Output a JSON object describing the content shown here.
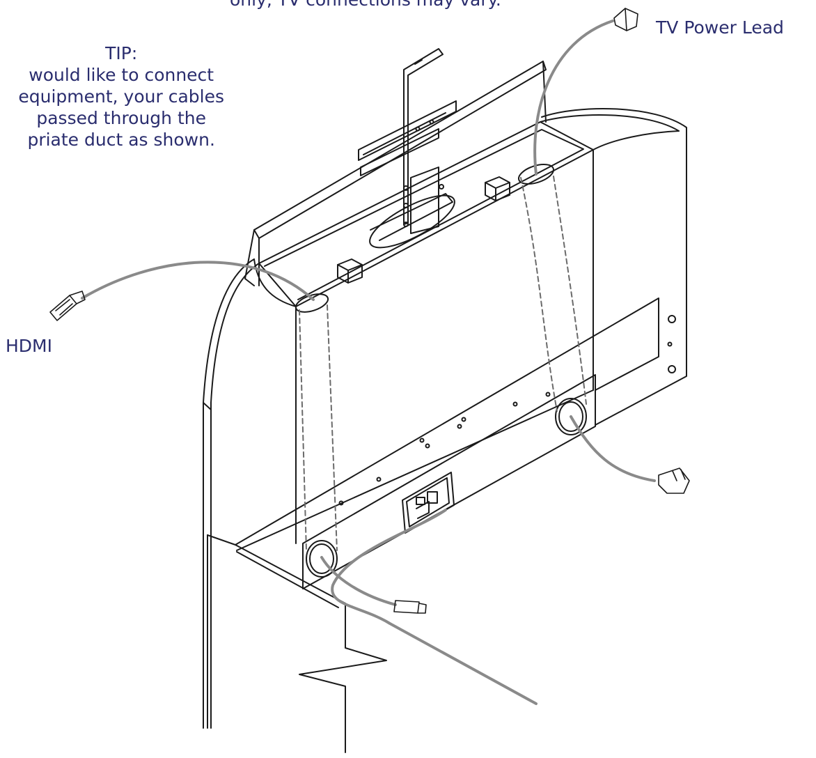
{
  "top_note": "only, TV connections may vary.",
  "tip": {
    "heading": "TIP:",
    "lines": [
      "would like to connect",
      "equipment, your cables",
      "passed through the",
      "priate duct as shown."
    ]
  },
  "labels": {
    "tv_power_lead": "TV Power Lead",
    "hdmi": "HDMI"
  },
  "colors": {
    "text": "#2a2d6e",
    "line": "#1a1a1a",
    "cable": "#8a8a8a"
  }
}
